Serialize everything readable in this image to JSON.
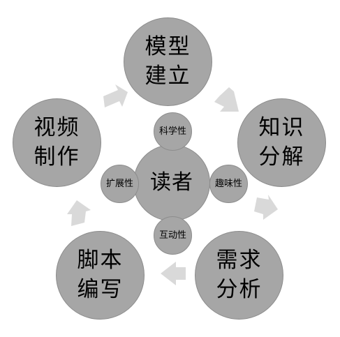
{
  "colors": {
    "circle_fill": "#a6a6a6",
    "circle_stroke": "#8c8c8c",
    "arrow_fill": "#d9d9d9",
    "text": "#000000",
    "background": "#ffffff"
  },
  "center": {
    "label": "读者"
  },
  "properties": {
    "top": "科学性",
    "right": "趣味性",
    "bottom": "互动性",
    "left": "扩展性"
  },
  "stages": {
    "model": "模型\n建立",
    "knowledge": "知识\n分解",
    "requirement": "需求\n分析",
    "script": "脚本\n编写",
    "video": "视频\n制作"
  }
}
